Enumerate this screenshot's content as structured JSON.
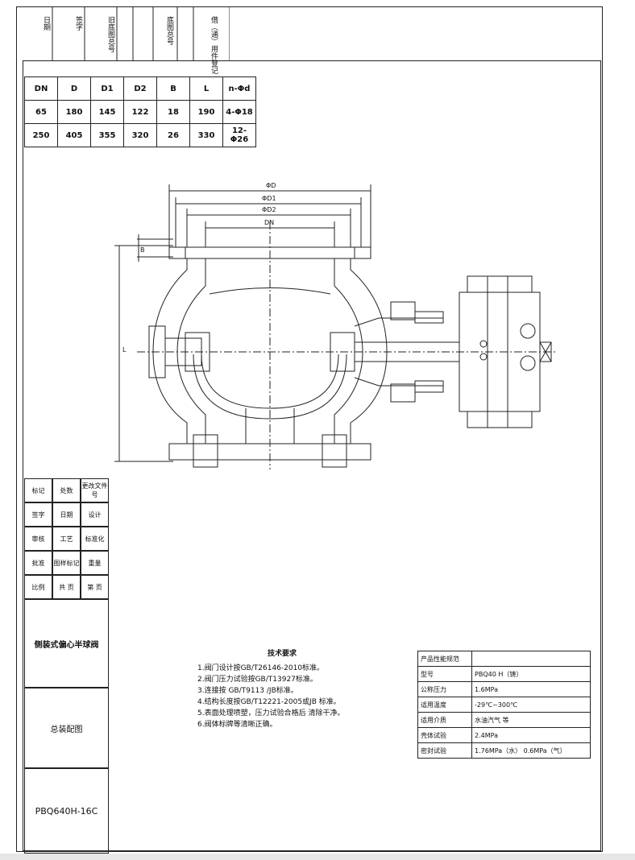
{
  "header_cells": [
    "日期",
    "签字",
    "旧底图总号",
    "底图总号",
    "借（通）用件登记"
  ],
  "dimension_table": {
    "headers": [
      "DN",
      "D",
      "D1",
      "D2",
      "B",
      "L",
      "n-Φd"
    ],
    "rows": [
      [
        "65",
        "180",
        "145",
        "122",
        "18",
        "190",
        "4-Φ18"
      ],
      [
        "250",
        "405",
        "355",
        "320",
        "26",
        "330",
        "12-Φ26"
      ]
    ]
  },
  "drawing_labels": {
    "phiD": "ΦD",
    "phiD1": "ΦD1",
    "phiD2": "ΦD2",
    "dn": "DN",
    "b": "B",
    "l": "L"
  },
  "technical_requirements": {
    "title": "技术要求",
    "items": [
      "1.阀门设计按GB/T26146-2010标准。",
      "2.阀门压力试验按GB/T13927标准。",
      "3.连接按 GB/T9113 /JB标准。",
      "4.结构长度按GB/T12221-2005或JB 标准。",
      "5.表面处理喷塑，压力试验合格后 清除干净。",
      "6.阀体标牌等清晰正确。"
    ]
  },
  "spec_table": {
    "rows": [
      [
        "产品性能规范",
        ""
      ],
      [
        "型号",
        "PBQ40 H（铸）"
      ],
      [
        "公称压力",
        "1.6MPa"
      ],
      [
        "适用温度",
        "-29℃~300℃"
      ],
      [
        "适用介质",
        "水油汽气 等"
      ],
      [
        "壳体试验",
        "2.4MPa"
      ],
      [
        "密封试验",
        "1.76MPa（水）   0.6MPa（气）"
      ]
    ]
  },
  "title_block": {
    "product_name": "侧装式偏心半球阀",
    "drawing_type": "总装配图",
    "drawing_number": "PBQ640H-16C",
    "labels": [
      "标记",
      "处数",
      "更改文件号",
      "签字",
      "日期",
      "设计",
      "审核",
      "工艺",
      "标准化",
      "批准",
      "图样标记",
      "重量",
      "比例",
      "共 页",
      "第 页"
    ]
  }
}
